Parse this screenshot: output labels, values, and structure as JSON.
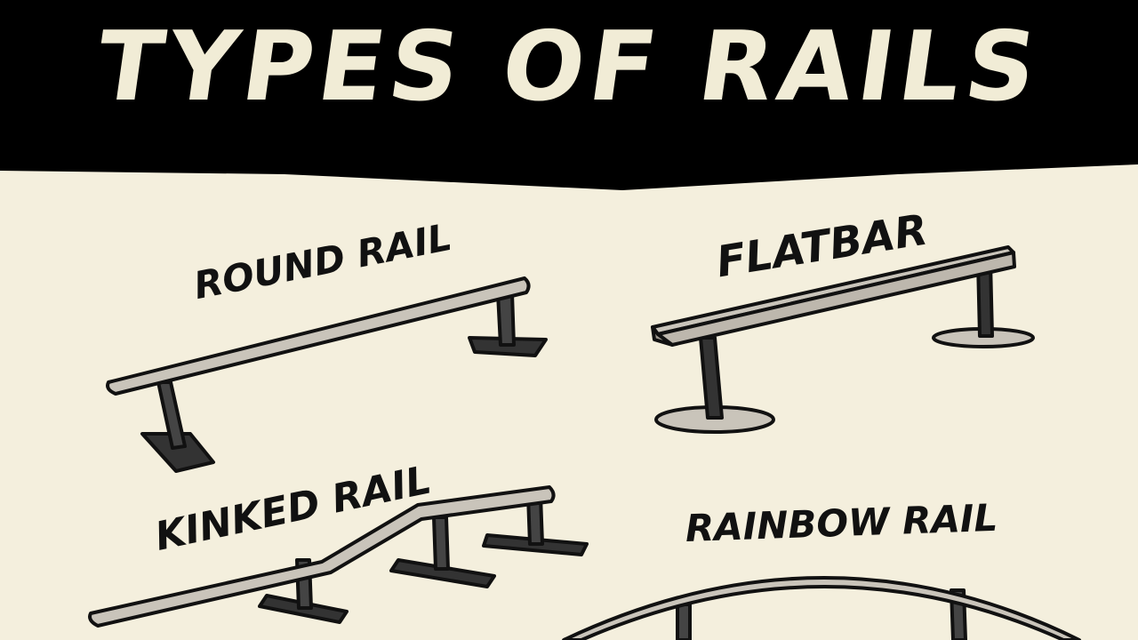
{
  "title": "TYPES OF RAILS",
  "rails": {
    "round": {
      "label": "ROUND RAIL"
    },
    "flat": {
      "label": "FLATBAR"
    },
    "kinked": {
      "label": "KINKED RAIL"
    },
    "rainbow": {
      "label": "RAINBOW RAIL"
    }
  },
  "colors": {
    "banner": "#000000",
    "paper": "#f4efdd",
    "ink": "#111111",
    "rail_fill": "#c9c4ba",
    "title_text": "#f1ecd6"
  }
}
